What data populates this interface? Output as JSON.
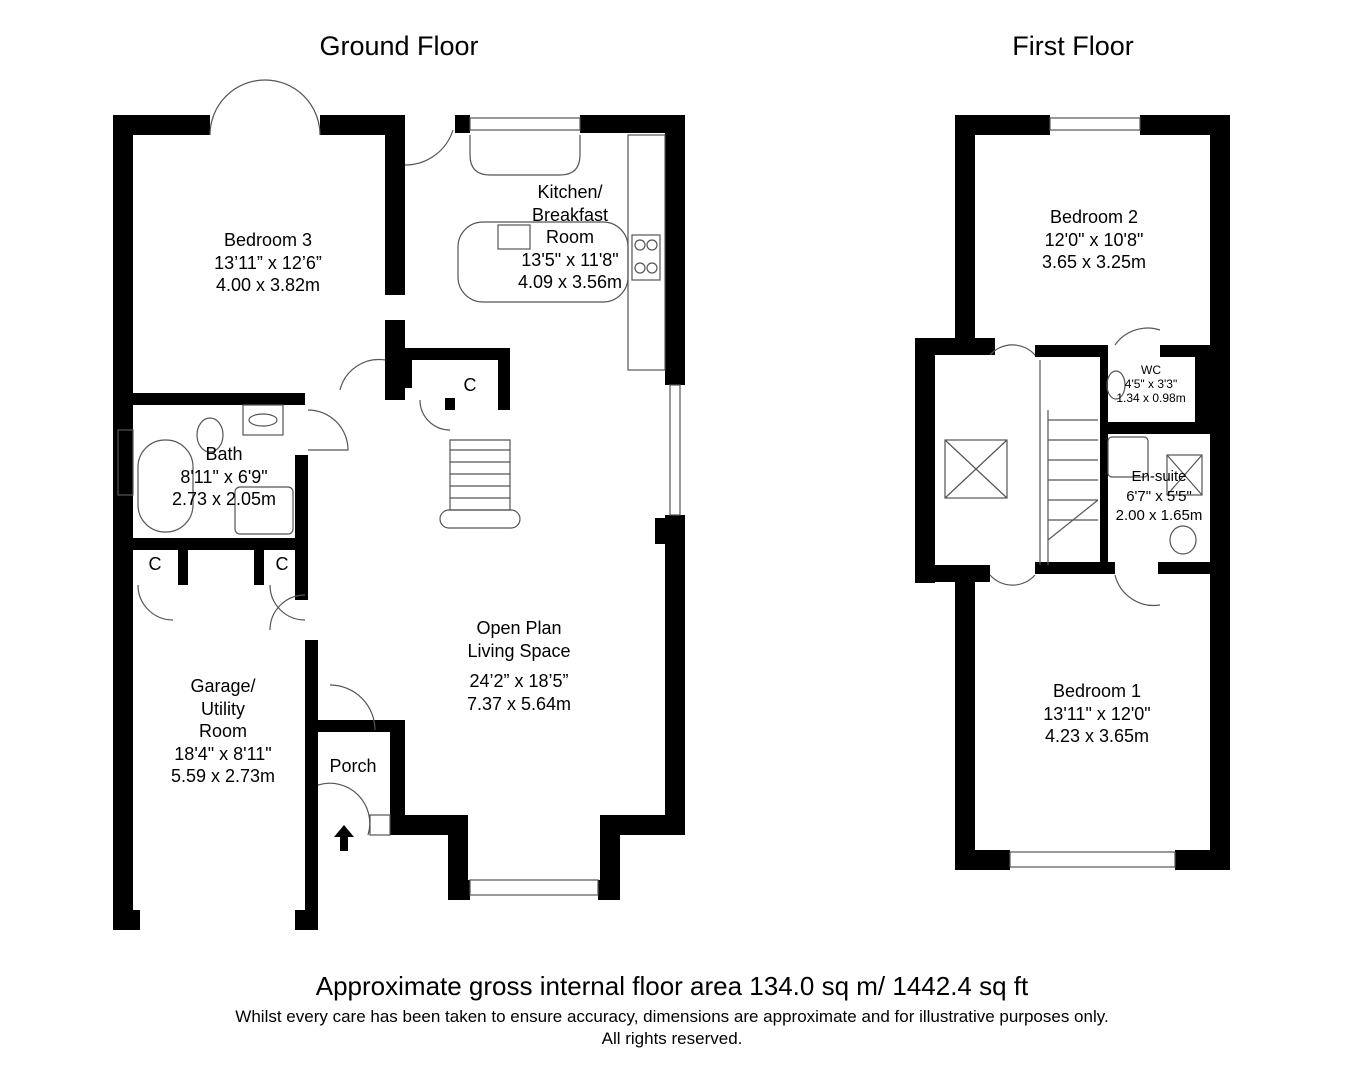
{
  "titles": {
    "ground": "Ground Floor",
    "first": "First Floor"
  },
  "rooms": {
    "bedroom3": {
      "name": "Bedroom 3",
      "imperial": "13’11” x 12’6”",
      "metric": "4.00 x 3.82m"
    },
    "kitchen": {
      "name1": "Kitchen/",
      "name2": "Breakfast",
      "name3": "Room",
      "imperial": "13'5\" x 11'8\"",
      "metric": "4.09 x 3.56m"
    },
    "bath": {
      "name": "Bath",
      "imperial": "8'11\" x 6'9\"",
      "metric": "2.73 x 2.05m"
    },
    "cupboard": "C",
    "living": {
      "name1": "Open Plan",
      "name2": "Living Space",
      "imperial": "24’2” x 18’5”",
      "metric": "7.37 x 5.64m"
    },
    "garage": {
      "name1": "Garage/",
      "name2": "Utility",
      "name3": "Room",
      "imperial": "18'4\" x 8'11\"",
      "metric": "5.59 x 2.73m"
    },
    "porch": {
      "name": "Porch"
    },
    "bedroom2": {
      "name": "Bedroom 2",
      "imperial": "12'0\" x 10'8\"",
      "metric": "3.65 x 3.25m"
    },
    "wc": {
      "name": "WC",
      "imperial": "4'5\" x 3'3\"",
      "metric": "1.34 x 0.98m"
    },
    "ensuite": {
      "name": "En-suite",
      "imperial": "6'7\" x 5'5\"",
      "metric": "2.00 x 1.65m"
    },
    "bedroom1": {
      "name": "Bedroom 1",
      "imperial": "13'11\" x 12'0\"",
      "metric": "4.23 x 3.65m"
    }
  },
  "footer": {
    "area": "Approximate gross internal floor area 134.0 sq m/ 1442.4 sq ft",
    "disclaimer": "Whilst every care has been taken to ensure accuracy, dimensions are approximate and for illustrative purposes only.",
    "rights": "All rights reserved."
  }
}
